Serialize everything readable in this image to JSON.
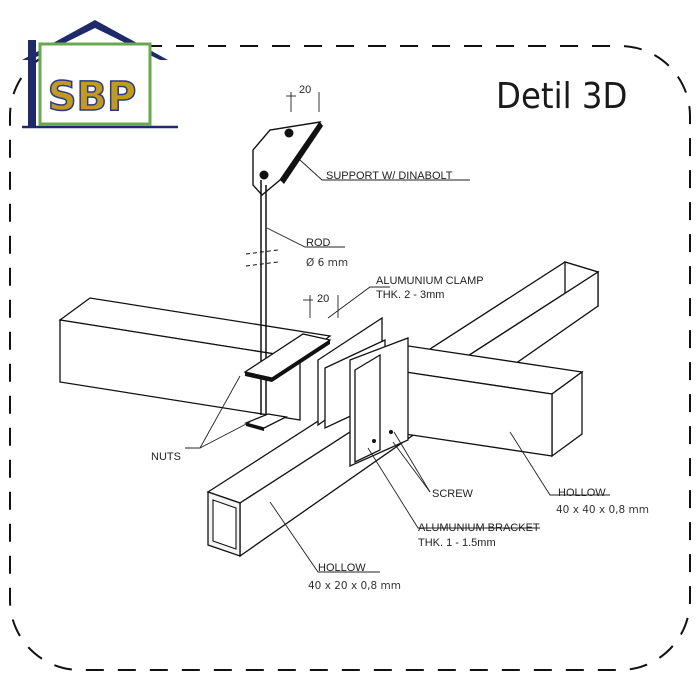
{
  "logo": {
    "text": "SBP",
    "colors": {
      "roof": "#1f2a6b",
      "letters": "#c39a1b",
      "letter_outline": "#2a3a8a",
      "frame": "#1f2a6b",
      "underline": "#6aa84f"
    }
  },
  "title": "Detil 3D",
  "dimensions": {
    "top": "20",
    "clamp": "20"
  },
  "labels": {
    "support": "SUPPORT W/ DINABOLT",
    "rod": "ROD",
    "rod_spec": "Ø  6 mm",
    "clamp": "ALUMUNIUM CLAMP",
    "clamp_thk": "THK. 2 - 3mm",
    "nuts": "NUTS",
    "screw": "SCREW",
    "hollow_right": "HOLLOW",
    "hollow_right_spec": "40 x 40 x 0,8 mm",
    "bracket": "ALUMUNIUM BRACKET",
    "bracket_thk": "THK. 1 - 1.5mm",
    "hollow_bottom": "HOLLOW",
    "hollow_bottom_spec": "40 x 20 x 0,8 mm"
  }
}
